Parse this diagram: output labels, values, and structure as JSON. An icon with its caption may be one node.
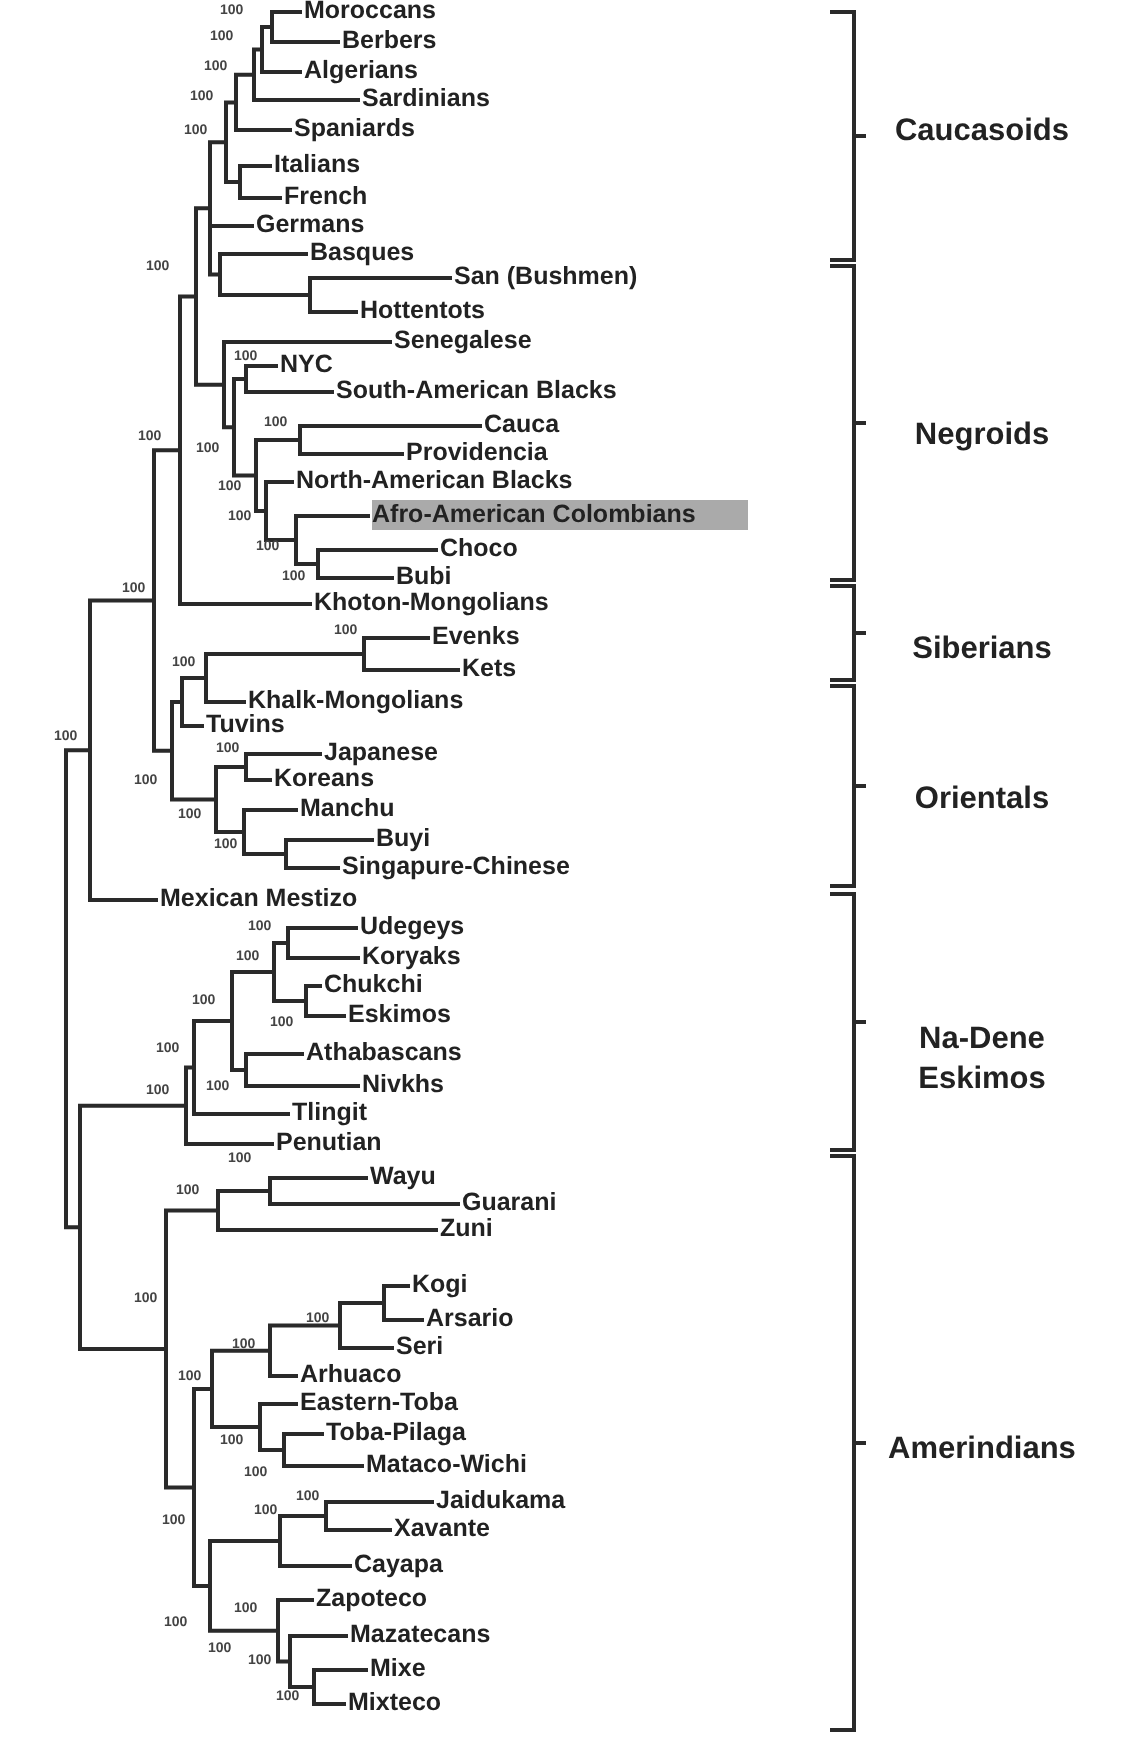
{
  "diagram": {
    "labels": [
      "Moroccans",
      "Berbers",
      "Algerians",
      "Sardinians",
      "Spaniards",
      "Italians",
      "French",
      "Germans",
      "Basques",
      "San (Bushmen)",
      "Hottentots",
      "Senegalese",
      "NYC",
      "South-American Blacks",
      "Cauca",
      "Providencia",
      "North-American Blacks",
      "Afro-American Colombians",
      "Choco",
      "Bubi",
      "Khoton-Mongolians",
      "Evenks",
      "Kets",
      "Khalk-Mongolians",
      "Tuvins",
      "Japanese",
      "Koreans",
      "Manchu",
      "Buyi",
      "Singapure-Chinese",
      "Mexican Mestizo",
      "Udegeys",
      "Koryaks",
      "Chukchi",
      "Eskimos",
      "Athabascans",
      "Nivkhs",
      "Tlingit",
      "Penutian",
      "Wayu",
      "Guarani",
      "Zuni",
      "Kogi",
      "Arsario",
      "Seri",
      "Arhuaco",
      "Eastern-Toba",
      "Toba-Pilaga",
      "Mataco-Wichi",
      "Jaidukama",
      "Xavante",
      "Cayapa",
      "Zapoteco",
      "Mazatecans",
      "Mixe",
      "Mixteco",
      "100",
      "100",
      "100",
      "100",
      "100",
      "100",
      "100",
      "100",
      "100",
      "100",
      "100",
      "100",
      "100",
      "100",
      "100",
      "100",
      "100",
      "100",
      "100",
      "100",
      "100",
      "100",
      "100",
      "100",
      "100",
      "100",
      "100",
      "100",
      "100",
      "100",
      "100",
      "100",
      "100",
      "100",
      "100",
      "100",
      "100",
      "100",
      "100",
      "100",
      "100",
      "100",
      "100",
      "100",
      "100",
      "Caucasoids",
      "Negroids",
      "Siberians",
      "Orientals",
      "Na-Dene Eskimos",
      "Amerindians"
    ]
  }
}
